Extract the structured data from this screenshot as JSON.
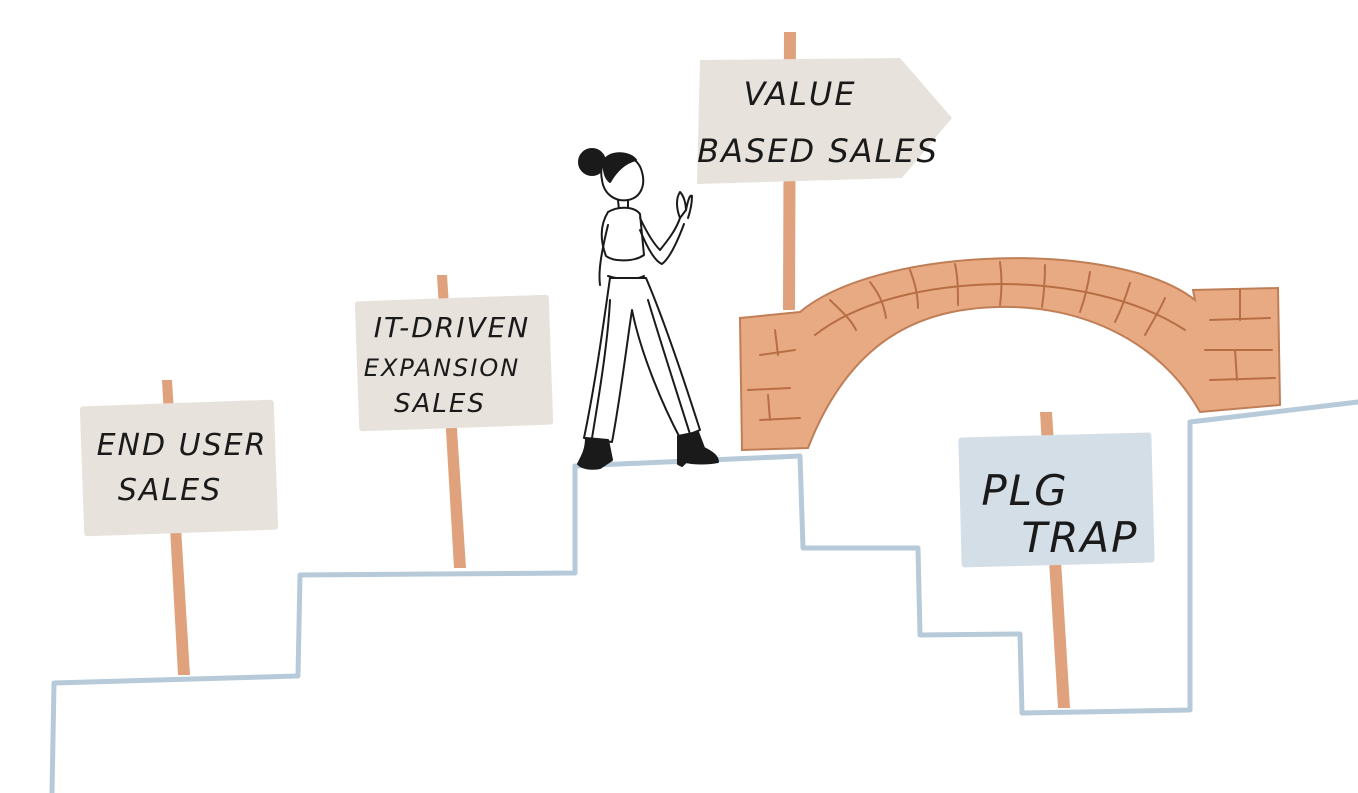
{
  "signs": {
    "end_user": {
      "line1": "END USER",
      "line2": "SALES"
    },
    "it_driven": {
      "line1": "IT-DRIVEN",
      "line2": "EXPANSION",
      "line3": "SALES"
    },
    "value_based": {
      "line1": "VALUE",
      "line2": "BASED SALES"
    },
    "plg_trap": {
      "line1": "PLG",
      "line2": "TRAP"
    }
  },
  "colors": {
    "sign_beige": "#e8e2dc",
    "sign_blue": "#d3dee7",
    "post": "#e0a27c",
    "stairs": "#b7cad9",
    "bridge": "#e8aa83",
    "bridge_lines": "#b86e45",
    "ink": "#1a1a1a"
  }
}
